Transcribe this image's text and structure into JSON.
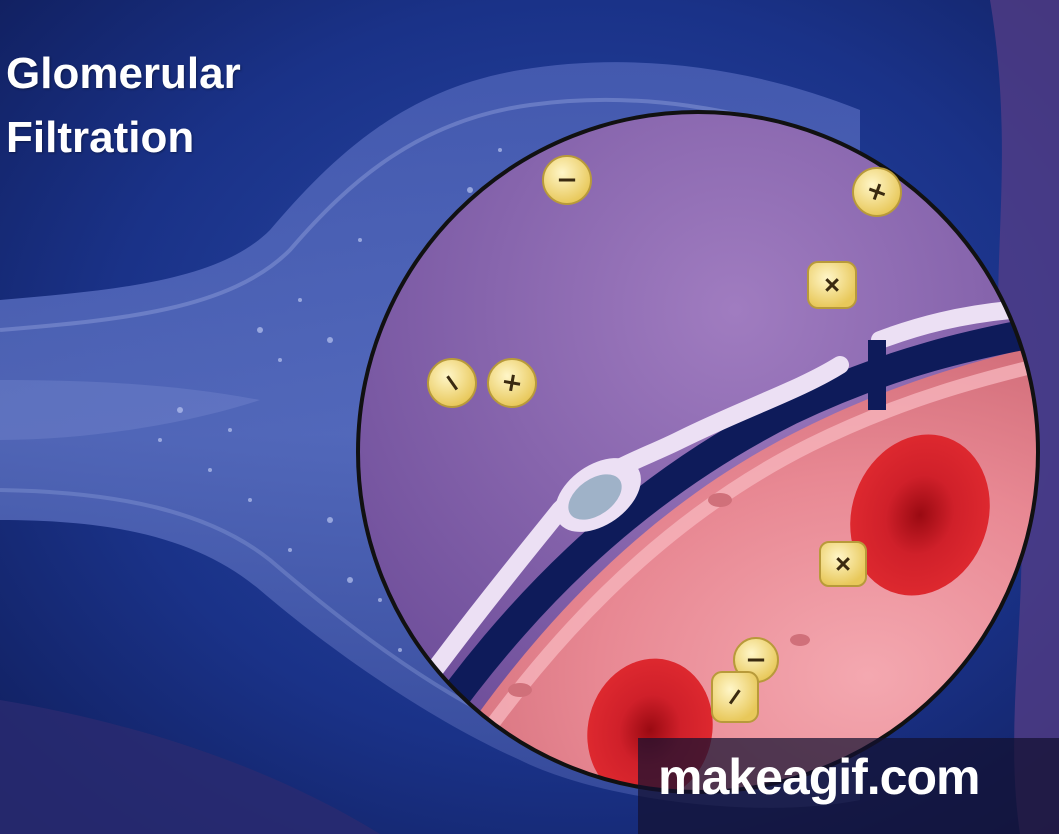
{
  "title": {
    "line1": "Glomerular",
    "line2": "Filtration"
  },
  "watermark": {
    "text": "makeagif.com"
  },
  "ions": [
    {
      "name": "ion-negative",
      "symbol": "−"
    },
    {
      "name": "ion-positive",
      "symbol": "+"
    },
    {
      "name": "ion-positive",
      "symbol": "+"
    },
    {
      "name": "ion-negative",
      "symbol": "−"
    },
    {
      "name": "ion-positive",
      "symbol": "+"
    },
    {
      "name": "ion-positive",
      "symbol": "+"
    },
    {
      "name": "ion-negative",
      "symbol": "−"
    },
    {
      "name": "ion-negative",
      "symbol": "−"
    }
  ],
  "colors": {
    "background": "#142a78",
    "capsule": "#3a4fa0",
    "lumen": "#8a63ad",
    "blood": "#e78b95",
    "red_cell": "#c8131f",
    "basement_membrane": "#0e1b5a",
    "podocyte": "#e8dcf0",
    "ion_fill": "#f3df8a"
  }
}
